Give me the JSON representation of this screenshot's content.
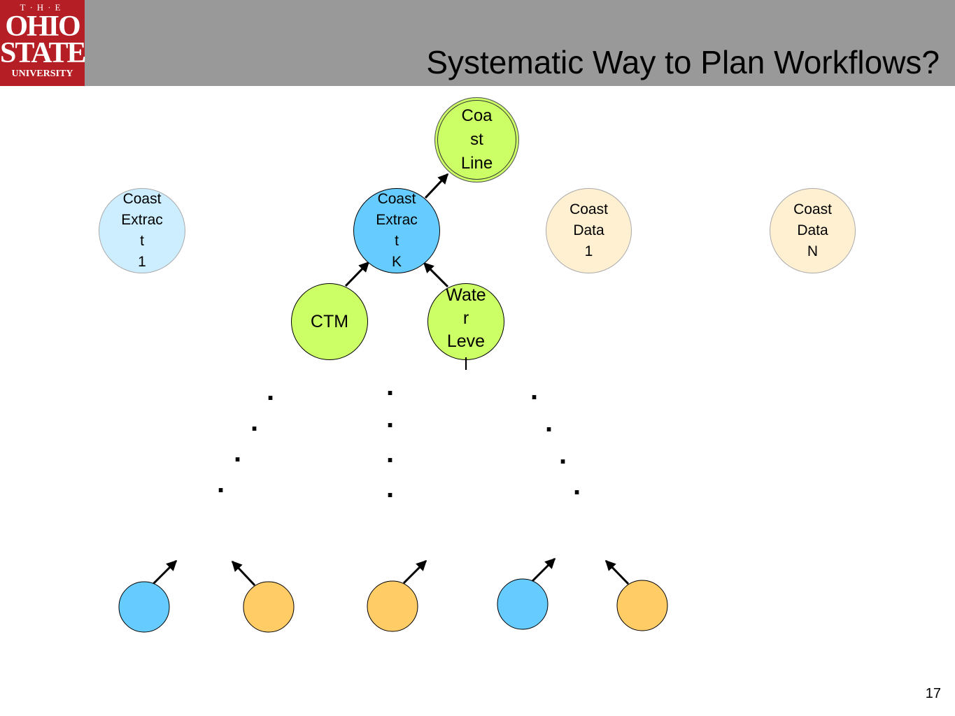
{
  "slide": {
    "title": "Systematic Way to Plan Workflows?",
    "page_number": "17"
  },
  "logo": {
    "the": "T·H·E",
    "ohio": "OHIO",
    "state": "STATE",
    "university": "UNIVERSITY"
  },
  "colors": {
    "header": "#999999",
    "logo": "#b41e24",
    "green": "#ccff66",
    "blue": "#66ccff",
    "light_blue": "#cceeff",
    "light_orange": "#fff0d2",
    "orange": "#ffcc66"
  },
  "nodes": {
    "coast_line": "Coa\nst\nLine",
    "coast_extract_1": "Coast\nExtrac\nt\n1",
    "coast_extract_k": "Coast\nExtrac\nt\nK",
    "coast_data_1": "Coast\nData\n1",
    "coast_data_n": "Coast\nData\nN",
    "ctm": "CTM",
    "water_level": "Wate\nr\nLeve\nl"
  },
  "dots": {
    "left": [
      ".",
      ".",
      ".",
      "."
    ],
    "middle": [
      ".",
      ".",
      ".",
      "."
    ],
    "right": [
      ".",
      ".",
      ".",
      "."
    ]
  }
}
